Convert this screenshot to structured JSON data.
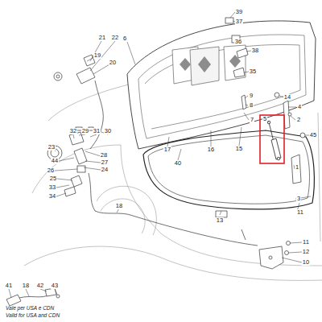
{
  "diagram": {
    "labels": [
      "39",
      "37",
      "36",
      "38",
      "35",
      "6",
      "21",
      "22",
      "19",
      "20",
      "14",
      "4",
      "2",
      "9",
      "8",
      "7",
      "32",
      "29",
      "31",
      "30",
      "23",
      "28",
      "44",
      "27",
      "26",
      "24",
      "25",
      "33",
      "34",
      "5",
      "45",
      "1",
      "17",
      "16",
      "15",
      "40",
      "3",
      "11",
      "13",
      "18",
      "41",
      "18",
      "42",
      "43",
      "Vale per USA e CDN",
      "Valid for USA and CDN",
      "11",
      "12",
      "10"
    ]
  }
}
